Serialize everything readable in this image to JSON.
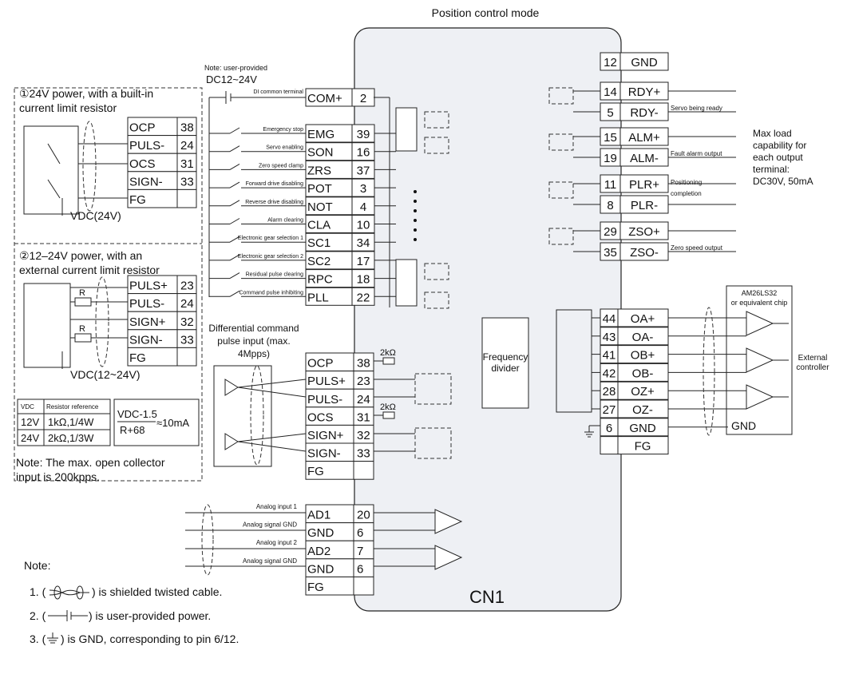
{
  "title": "Position control mode",
  "connector": "CN1",
  "left_panel": {
    "option1_title": [
      "①24V power, with a built-in",
      "current limit resistor"
    ],
    "option1_pins": [
      {
        "signal": "OCP",
        "pin": "38"
      },
      {
        "signal": "PULS-",
        "pin": "24"
      },
      {
        "signal": "OCS",
        "pin": "31"
      },
      {
        "signal": "SIGN-",
        "pin": "33"
      },
      {
        "signal": "FG",
        "pin": ""
      }
    ],
    "option1_vdc": "VDC(24V)",
    "option2_title": [
      "②12–24V power, with an",
      "external current limit resistor"
    ],
    "option2_pins": [
      {
        "signal": "PULS+",
        "pin": "23"
      },
      {
        "signal": "PULS-",
        "pin": "24"
      },
      {
        "signal": "SIGN+",
        "pin": "32"
      },
      {
        "signal": "SIGN-",
        "pin": "33"
      },
      {
        "signal": "FG",
        "pin": ""
      }
    ],
    "option2_vdc": "VDC(12~24V)",
    "resistor_label": "R",
    "table_header": [
      "VDC",
      "Resistor reference"
    ],
    "table_rows": [
      [
        "12V",
        "1kΩ,1/4W"
      ],
      [
        "24V",
        "2kΩ,1/3W"
      ]
    ],
    "formula_num": "VDC-1.5",
    "formula_den": "R+68",
    "formula_result": "≈10mA",
    "note": [
      "Note: The max. open collector",
      "input is 200kpps."
    ]
  },
  "power_note": {
    "line1": "Note: user-provided",
    "line2": "DC12~24V"
  },
  "di_inputs": [
    {
      "desc": "DI common terminal",
      "signal": "COM+",
      "pin": "2"
    },
    {
      "desc": "Emergency stop",
      "signal": "EMG",
      "pin": "39"
    },
    {
      "desc": "Servo enabling",
      "signal": "SON",
      "pin": "16"
    },
    {
      "desc": "Zero speed clamp",
      "signal": "ZRS",
      "pin": "37"
    },
    {
      "desc": "Forward drive disabling",
      "signal": "POT",
      "pin": "3"
    },
    {
      "desc": "Reverse drive disabling",
      "signal": "NOT",
      "pin": "4"
    },
    {
      "desc": "Alarm clearing",
      "signal": "CLA",
      "pin": "10"
    },
    {
      "desc": "Electronic gear selection 1",
      "signal": "SC1",
      "pin": "34"
    },
    {
      "desc": "Electronic gear selection 2",
      "signal": "SC2",
      "pin": "17"
    },
    {
      "desc": "Residual pulse clearing",
      "signal": "RPC",
      "pin": "18"
    },
    {
      "desc": "Command pulse inhibiting",
      "signal": "PLL",
      "pin": "22"
    }
  ],
  "diff_input": {
    "title": [
      "Differential command",
      "pulse input (max.",
      "4Mpps)"
    ],
    "rows": [
      {
        "signal": "OCP",
        "pin": "38"
      },
      {
        "signal": "PULS+",
        "pin": "23"
      },
      {
        "signal": "PULS-",
        "pin": "24"
      },
      {
        "signal": "OCS",
        "pin": "31"
      },
      {
        "signal": "SIGN+",
        "pin": "32"
      },
      {
        "signal": "SIGN-",
        "pin": "33"
      },
      {
        "signal": "FG",
        "pin": ""
      }
    ],
    "resistor": "2kΩ"
  },
  "analog": {
    "rows": [
      {
        "desc": "Analog input 1",
        "signal": "AD1",
        "pin": "20"
      },
      {
        "desc": "Analog signal GND",
        "signal": "GND",
        "pin": "6"
      },
      {
        "desc": "Analog input 2",
        "signal": "AD2",
        "pin": "7"
      },
      {
        "desc": "Analog signal GND",
        "signal": "GND",
        "pin": "6"
      },
      {
        "desc": "",
        "signal": "FG",
        "pin": ""
      }
    ]
  },
  "outputs": [
    {
      "pin": "12",
      "signal": "GND",
      "desc": ""
    },
    {
      "pin": "14",
      "signal": "RDY+",
      "desc": ""
    },
    {
      "pin": "5",
      "signal": "RDY-",
      "desc": "Servo being ready"
    },
    {
      "pin": "15",
      "signal": "ALM+",
      "desc": ""
    },
    {
      "pin": "19",
      "signal": "ALM-",
      "desc": "Fault alarm output"
    },
    {
      "pin": "11",
      "signal": "PLR+",
      "desc": "Positioning"
    },
    {
      "pin": "8",
      "signal": "PLR-",
      "desc": "completion"
    },
    {
      "pin": "29",
      "signal": "ZSO+",
      "desc": ""
    },
    {
      "pin": "35",
      "signal": "ZSO-",
      "desc": "Zero speed output"
    }
  ],
  "max_load": [
    "Max load",
    "capability for",
    "each output",
    "terminal:",
    "DC30V, 50mA"
  ],
  "encoder_outputs": [
    {
      "pin": "44",
      "signal": "OA+"
    },
    {
      "pin": "43",
      "signal": "OA-"
    },
    {
      "pin": "41",
      "signal": "OB+"
    },
    {
      "pin": "42",
      "signal": "OB-"
    },
    {
      "pin": "28",
      "signal": "OZ+"
    },
    {
      "pin": "27",
      "signal": "OZ-"
    },
    {
      "pin": "6",
      "signal": "GND"
    },
    {
      "pin": "",
      "signal": "FG"
    }
  ],
  "frequency_divider": [
    "Frequency",
    "divider"
  ],
  "chip": [
    "AM26LS32",
    "or equivalent chip"
  ],
  "external_controller": [
    "External",
    "controller"
  ],
  "gnd_label": "GND",
  "notes": {
    "heading": "Note:",
    "items": [
      {
        "prefix": "1. (",
        "suffix": ") is shielded twisted cable."
      },
      {
        "prefix": "2. (",
        "suffix": ") is user-provided power."
      },
      {
        "prefix": "3. (",
        "suffix": ") is GND, corresponding to pin 6/12."
      }
    ]
  }
}
